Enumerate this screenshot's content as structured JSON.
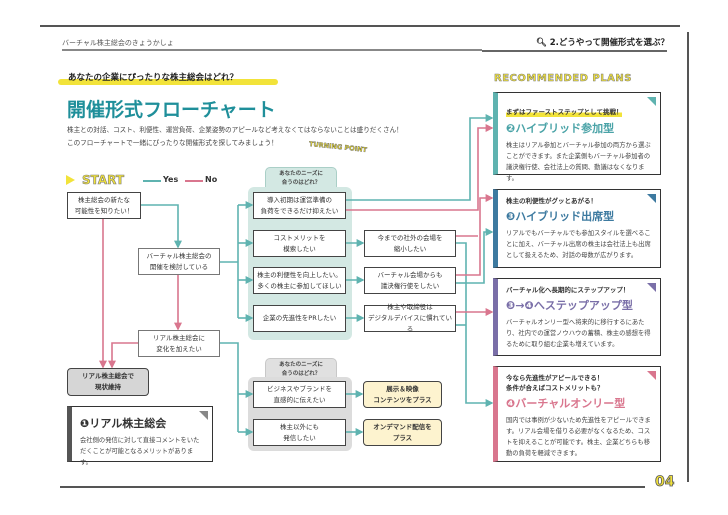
{
  "header": {
    "book_title": "バーチャル株主総会のきょうかしょ",
    "section": "2.どうやって開催形式を選ぶ？"
  },
  "intro": {
    "kicker": "あなたの企業にぴったりな株主総会はどれ？",
    "title": "開催形式フローチャート",
    "desc_1": "株主との対話、コスト、利便性、運営負荷、企業姿勢のアピールなど考えなくてはならないことは盛りだくさん！",
    "desc_2": "このフローチャートで一緒にぴったりな開催形式を探してみましょう！"
  },
  "turning_point": "TURNING POINT",
  "legend": {
    "start": "START",
    "yes": "Yes",
    "no": "No"
  },
  "flow": {
    "q_start": "株主総会の新たな\n可能性を知りたい！",
    "q_virtual": "バーチャル株主総会の\n開催を検討している",
    "q_change": "リアル株主総会に\n変化を加えたい",
    "keep_real": "リアル株主総会で\n現状維持",
    "needs_tab": "あなたのニーズに\n合うのはどれ？",
    "needs": [
      "導入初期は運営準備の\n負荷をできるだけ抑えたい",
      "コストメリットを\n模索したい",
      "株主の利便性を向上したい。\n多くの株主に参加してほしい",
      "企業の先進性をPRしたい"
    ],
    "follow": [
      "今までの社外の会場を\n縮小したい",
      "バーチャル会場からも\n議決権行使をしたい",
      "株主や取締役は\nデジタルデバイスに慣れている"
    ],
    "needs2_tab": "あなたのニーズに\n合うのはどれ？",
    "needs2": [
      "ビジネスやブランドを\n直感的に伝えたい",
      "株主以外にも\n発信したい"
    ],
    "addons": [
      "展示＆映像\nコンテンツをプラス",
      "オンデマンド配信を\nプラス"
    ]
  },
  "recommended_label": "RECOMMENDED PLANS",
  "plans": [
    {
      "num": "❶",
      "name": "リアル株主総会",
      "lead": "",
      "desc": "会社側の発信に対して直接コメントをいただくことが可能となるメリットがあります。",
      "color": "#555555"
    },
    {
      "num": "❷",
      "name": "ハイブリッド参加型",
      "lead": "まずはファーストステップとして挑戦！",
      "desc": "株主はリアル参加とバーチャル参加の両方から選ぶことができます。また企業側もバーチャル参加者の議決権行使、会社法上の質問、動議はなくなります。",
      "color": "#5fb3b0"
    },
    {
      "num": "❸",
      "name": "ハイブリッド出席型",
      "lead": "株主の利便性がグッとあがる！",
      "desc": "リアルでもバーチャルでも参加スタイルを選べることに加え、バーチャル出席の株主は会社法上も出席として扱えるため、対話の母数が広がります。",
      "color": "#3d7aa0"
    },
    {
      "num": "❸→❹",
      "name": "へステップアップ型",
      "lead": "バーチャル化へ長期的にステップアップ！",
      "desc": "バーチャルオンリー型へ将来的に移行するにあたり、社内での運営ノウハウの蓄積、株主の感想を得るために取り組む企業も増えています。",
      "color": "#7a6fa8"
    },
    {
      "num": "❹",
      "name": "バーチャルオンリー型",
      "lead": "今なら先進性がアピールできる！\n条件が合えばコストメリットも？",
      "desc": "国内では事例が少ないため先進性をアピールできます。リアル会場を借りる必要がなくなるため、コストを抑えることが可能です。株主、企業どちらも移動の負荷を軽減できます。",
      "color": "#d9768e"
    }
  ],
  "page_number": "04",
  "colors": {
    "teal": "#5fb3b0",
    "pink": "#d9768e",
    "yellow": "#f2e33a",
    "title": "#1f8f9a"
  }
}
